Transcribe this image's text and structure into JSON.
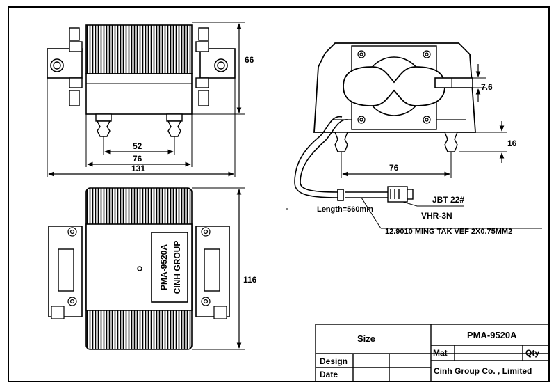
{
  "dimensions": {
    "top_height": "66",
    "inner_span": "52",
    "outer_span": "76",
    "total_width": "131",
    "side_pitch": "7.6",
    "side_foot_height": "16",
    "side_span": "76",
    "bottom_height": "116"
  },
  "cable": {
    "length_label": "Length=560mm",
    "connector_label": "JBT 22#",
    "housing_label": "VHR-3N",
    "wire_label": "12.9010 MING TAK VEF 2X0.75MM2"
  },
  "nameplate": {
    "model": "PMA-9520A",
    "maker": "CINH GROUP"
  },
  "title_block": {
    "size_label": "Size",
    "part_number": "PMA-9520A",
    "mat_label": "Mat",
    "qty_label": "Qty",
    "design_label": "Design",
    "date_label": "Date",
    "company": "Cinh Group Co. , Limited"
  }
}
